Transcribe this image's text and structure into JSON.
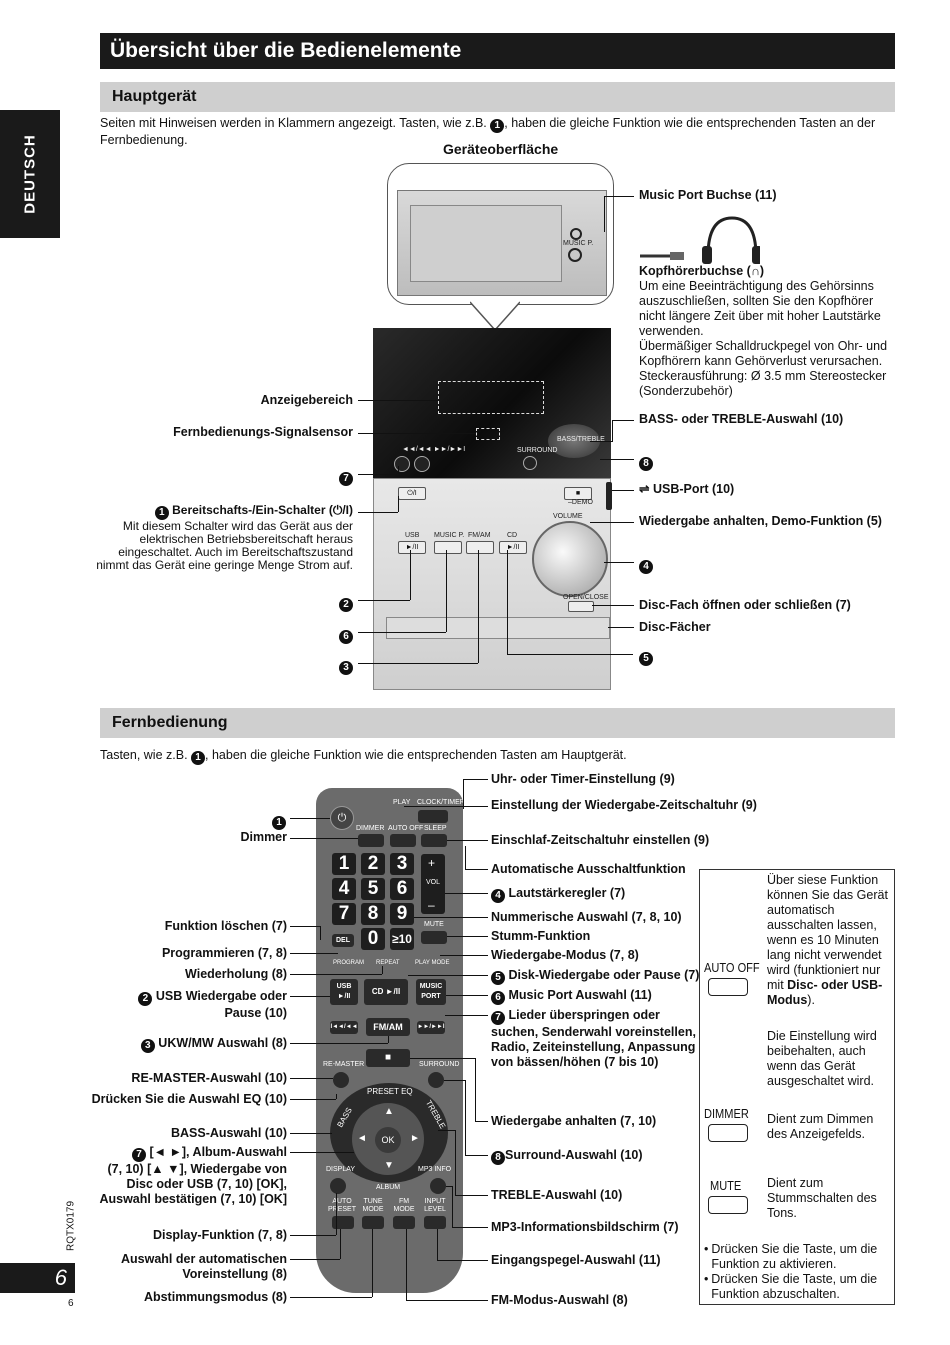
{
  "header": {
    "title": "Übersicht über die Bedienelemente",
    "side_tab": "DEUTSCH"
  },
  "main_unit": {
    "section_title": "Hauptgerät",
    "intro_1": "Seiten mit Hinweisen werden in Klammern angezeigt. Tasten, wie z.B.",
    "intro_2": ", haben die gleiche Funktion wie die entsprechenden Tasten an der",
    "intro_3": "Fernbedienung.",
    "top_view_title": "Geräteoberfläche",
    "callouts": {
      "music_port": "Music Port Buchse (11)",
      "headphone_title": "Kopfhörerbuchse (",
      "headphone_title_end": ")",
      "headphone_lines": [
        "Um eine Beeinträchtigung des Gehörsinns",
        "auszuschließen, sollten Sie den Kopfhörer",
        "nicht längere Zeit über mit hoher Lautstärke",
        "verwenden.",
        "Übermäßiger Schalldruckpegel von Ohr- und",
        "Kopfhörern kann Gehörverlust verursachen.",
        "Steckerausführung: Ø 3.5 mm Stereostecker",
        "(Sonderzubehör)"
      ],
      "display_area": "Anzeigebereich",
      "remote_sensor": "Fernbedienungs-Signalsensor",
      "standby_title": "Bereitschafts-/Ein-Schalter (",
      "standby_symbol": "⏻/I",
      "standby_title_end": ")",
      "standby_lines": [
        "Mit diesem Schalter wird das Gerät aus der",
        "elektrischen Betriebsbereitschaft heraus",
        "eingeschaltet. Auch im Bereitschaftszustand",
        "nimmt das Gerät eine geringe Menge Strom auf."
      ],
      "bass_treble": "BASS- oder TREBLE-Auswahl (10)",
      "usb_port": "USB-Port (10)",
      "stop_demo": "Wiedergabe anhalten, Demo-Funktion (5)",
      "disc_open": "Disc-Fach öffnen oder schließen (7)",
      "disc_trays": "Disc-Fächer"
    },
    "numbers": [
      "7",
      "1",
      "2",
      "6",
      "3",
      "8",
      "4",
      "5"
    ],
    "device_labels": {
      "music_p": "MUSIC P.",
      "usb": "USB",
      "music_p2": "MUSIC P.",
      "fm_am": "FM/AM",
      "cd": "CD",
      "volume": "VOLUME",
      "open_close": "OPEN/CLOSE",
      "surround": "SURROUND",
      "bass_treble": "BASS/TREBLE",
      "demo": "–DEMO",
      "standby": "⏻/I",
      "play_pause": "►/II",
      "skip": "◄◄/◄◄   ►►/►►I",
      "stop": "■"
    }
  },
  "remote": {
    "section_title": "Fernbedienung",
    "intro_1": "Tasten, wie z.B.",
    "intro_2": ", haben die gleiche Funktion wie die entsprechenden Tasten am Hauptgerät.",
    "left_labels": {
      "dimmer": "Dimmer",
      "delete": "Funktion löschen (7)",
      "program": "Programmieren (7, 8)",
      "repeat": "Wiederholung (8)",
      "usb_play_1": "USB Wiedergabe oder",
      "usb_play_2": "Pause (10)",
      "fm_am": "UKW/MW Auswahl (8)",
      "remaster": "RE-MASTER-Auswahl (10)",
      "eq": "Drücken Sie die Auswahl EQ (10)",
      "bass": "BASS-Auswahl (10)",
      "album_1": "[◄ ►], Album-Auswahl",
      "album_2": "(7, 10) [▲ ▼], Wiedergabe von",
      "album_3": "Disc oder USB (7, 10) [OK],",
      "album_4": "Auswahl bestätigen (7, 10) [OK]",
      "display": "Display-Funktion (7, 8)",
      "auto_preset_1": "Auswahl der automatischen",
      "auto_preset_2": "Voreinstellung (8)",
      "tune_mode": "Abstimmungsmodus (8)"
    },
    "right_labels": {
      "clock_timer": "Uhr- oder Timer-Einstellung (9)",
      "play_timer": "Einstellung der Wiedergabe-Zeitschaltuhr (9)",
      "sleep": "Einschlaf-Zeitschaltuhr einstellen (9)",
      "auto_off": "Automatische Ausschaltfunktion",
      "volume": "Lautstärkeregler (7)",
      "numeric": "Nummerische Auswahl (7, 8, 10)",
      "mute": "Stumm-Funktion",
      "play_mode": "Wiedergabe-Modus (7, 8)",
      "cd_play": "Disk-Wiedergabe oder Pause (7)",
      "music_port": "Music Port Auswahl (11)",
      "skip_1": "Lieder überspringen oder",
      "skip_2": "suchen, Senderwahl voreinstellen,",
      "skip_3": "Radio, Zeiteinstellung, Anpassung",
      "skip_4": "von bässen/höhen (7 bis 10)",
      "stop": "Wiedergabe anhalten (7, 10)",
      "surround": "Surround-Auswahl (10)",
      "treble": "TREBLE-Auswahl (10)",
      "mp3_info": "MP3-Informationsbildschirm (7)",
      "input_level": "Eingangspegel-Auswahl (11)",
      "fm_mode": "FM-Modus-Auswahl (8)"
    },
    "keys": {
      "play": "PLAY",
      "clock_timer": "CLOCK/TIMER",
      "dimmer": "DIMMER",
      "auto_off": "AUTO OFF",
      "sleep": "SLEEP",
      "digits": [
        "1",
        "2",
        "3",
        "4",
        "5",
        "6",
        "7",
        "8",
        "9",
        "0",
        "≥10"
      ],
      "vol": "VOL",
      "plus": "+",
      "minus": "–",
      "del": "DEL",
      "mute": "MUTE",
      "program": "PROGRAM",
      "repeat": "REPEAT",
      "play_mode": "PLAY MODE",
      "usb": "USB",
      "usb_sym": "►/II",
      "cd": "CD ►/II",
      "music_port": "MUSIC PORT",
      "rew": "I◄◄/◄◄",
      "fm_am": "FM/AM",
      "ff": "►►/►►I",
      "remaster": "RE-MASTER",
      "stop": "■",
      "surround": "SURROUND",
      "preset_eq": "PRESET EQ",
      "bass": "BASS",
      "treble": "TREBLE",
      "ok": "OK",
      "display": "DISPLAY",
      "album": "ALBUM",
      "mp3_info": "MP3 INFO",
      "auto_preset": "AUTO PRESET",
      "tune_mode": "TUNE MODE",
      "fm_mode": "FM MODE",
      "input_level": "INPUT LEVEL"
    },
    "info_box": {
      "auto_off_key": "AUTO OFF",
      "auto_off_text_1": "Über siese Funktion können Sie das Gerät automatisch ausschalten lassen, wenn es 10 Minuten lang nicht verwendet wird (funktioniert nur mit ",
      "auto_off_text_bold": "Disc- oder USB-Modus",
      "auto_off_text_2": ").",
      "auto_off_text_3": "Die Einstellung wird beibehalten, auch wenn das Gerät ausgeschaltet wird.",
      "dimmer_key": "DIMMER",
      "dimmer_text": "Dient zum Dimmen des Anzeigefelds.",
      "mute_key": "MUTE",
      "mute_text": "Dient zum Stummschalten des Tons.",
      "bullets": [
        "Drücken Sie die Taste, um die Funktion zu aktivieren.",
        "Drücken Sie die Taste, um die Funktion abzuschalten."
      ]
    }
  },
  "footer": {
    "page_big": "6",
    "page_small": "6",
    "doc_code": "RQTX0179"
  }
}
